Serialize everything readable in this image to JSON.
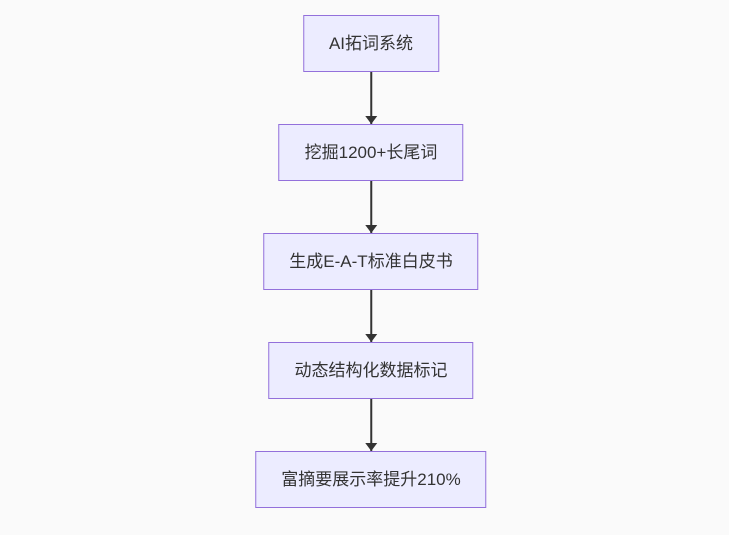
{
  "diagram": {
    "type": "flowchart",
    "direction": "top-down",
    "nodes": [
      {
        "id": "A",
        "label": "AI拓词系统"
      },
      {
        "id": "B",
        "label": "挖掘1200+长尾词"
      },
      {
        "id": "C",
        "label": "生成E-A-T标准白皮书"
      },
      {
        "id": "D",
        "label": "动态结构化数据标记"
      },
      {
        "id": "E",
        "label": "富摘要展示率提升210%"
      }
    ],
    "edges": [
      {
        "from": "A",
        "to": "B",
        "style": "arrow"
      },
      {
        "from": "B",
        "to": "C",
        "style": "arrow"
      },
      {
        "from": "C",
        "to": "D",
        "style": "arrow"
      },
      {
        "from": "D",
        "to": "E",
        "style": "arrow"
      }
    ],
    "colors": {
      "background": "#fafafa",
      "node_fill": "#ECECFF",
      "node_border": "#9370DB",
      "text": "#333333",
      "arrow": "#333333"
    }
  }
}
